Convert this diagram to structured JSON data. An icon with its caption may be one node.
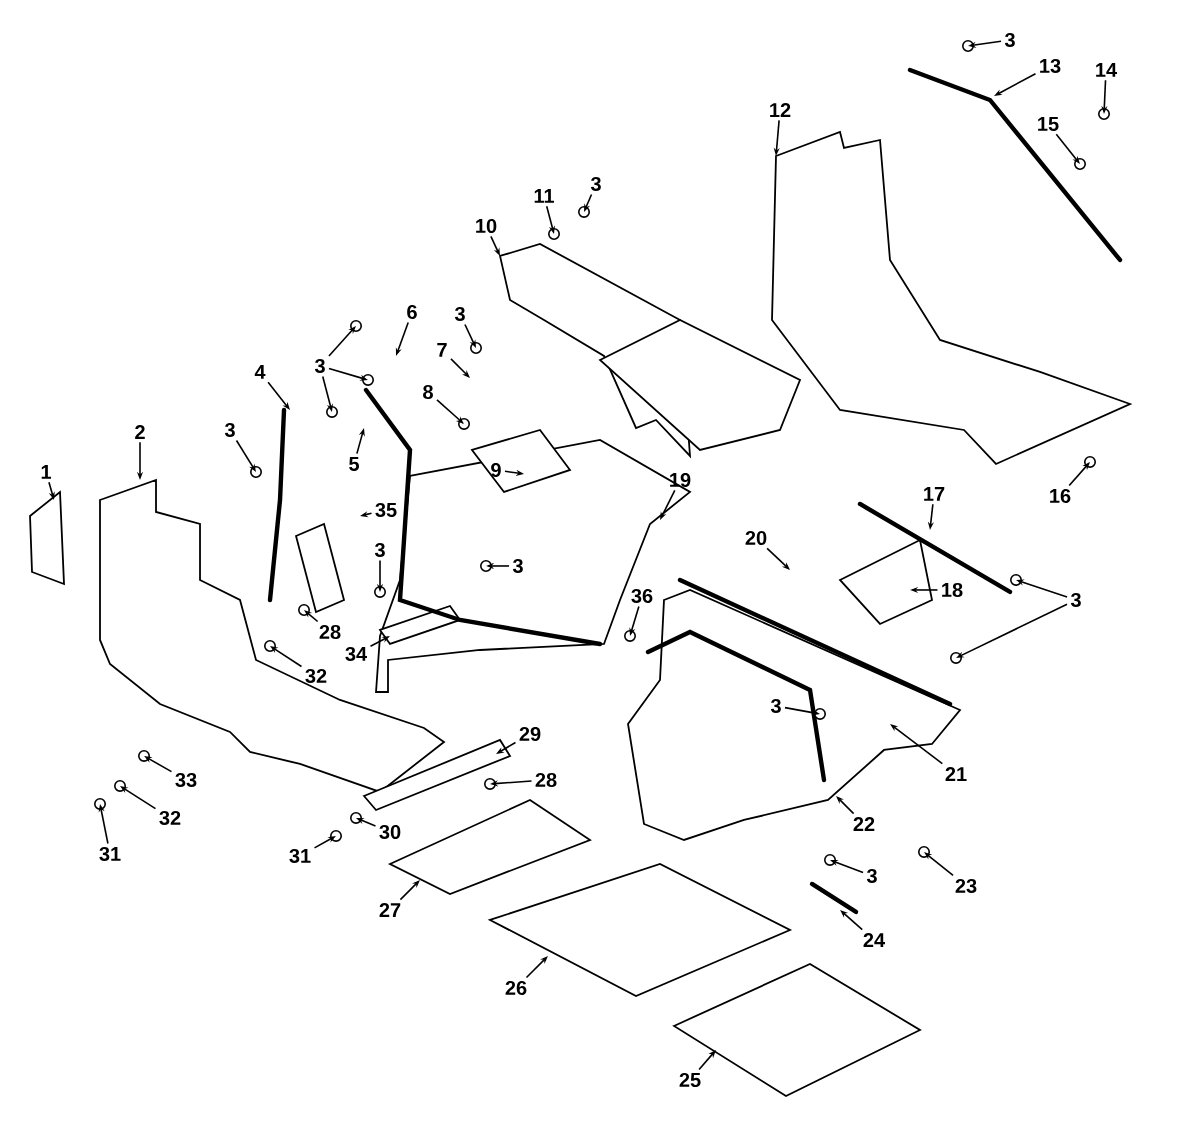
{
  "diagram": {
    "nodes": [
      {
        "text": [
          "3"
        ]
      },
      {
        "text": [
          "13"
        ]
      },
      {
        "text": [
          "14"
        ]
      },
      {
        "text": [
          "12"
        ]
      },
      {
        "text": [
          "15"
        ]
      },
      {
        "text": [
          "3"
        ]
      },
      {
        "text": [
          "11"
        ]
      },
      {
        "text": [
          "10"
        ]
      },
      {
        "text": [
          "6"
        ]
      },
      {
        "text": [
          "3"
        ]
      },
      {
        "text": [
          "7"
        ]
      },
      {
        "text": [
          "3"
        ]
      },
      {
        "text": [
          "4"
        ]
      },
      {
        "text": [
          "8"
        ]
      },
      {
        "text": [
          "3"
        ]
      },
      {
        "text": [
          "2"
        ]
      },
      {
        "text": [
          "5"
        ]
      },
      {
        "text": [
          "9"
        ]
      },
      {
        "text": [
          "1"
        ]
      },
      {
        "text": [
          "19"
        ]
      },
      {
        "text": [
          "17"
        ]
      },
      {
        "text": [
          "16"
        ]
      },
      {
        "text": [
          "35"
        ]
      },
      {
        "text": [
          "20"
        ]
      },
      {
        "text": [
          "3"
        ]
      },
      {
        "text": [
          "3"
        ]
      },
      {
        "text": [
          "18"
        ]
      },
      {
        "text": [
          "36"
        ]
      },
      {
        "text": [
          "3"
        ]
      },
      {
        "text": [
          "28"
        ]
      },
      {
        "text": [
          "34"
        ]
      },
      {
        "text": [
          "32"
        ]
      },
      {
        "text": [
          "3"
        ]
      },
      {
        "text": [
          "29"
        ]
      },
      {
        "text": [
          "21"
        ]
      },
      {
        "text": [
          "33"
        ]
      },
      {
        "text": [
          "28"
        ]
      },
      {
        "text": [
          "32"
        ]
      },
      {
        "text": [
          "22"
        ]
      },
      {
        "text": [
          "30"
        ]
      },
      {
        "text": [
          "31"
        ]
      },
      {
        "text": [
          "31"
        ]
      },
      {
        "text": [
          "3"
        ]
      },
      {
        "text": [
          "23"
        ]
      },
      {
        "text": [
          "27"
        ]
      },
      {
        "text": [
          "24"
        ]
      },
      {
        "text": [
          "26"
        ]
      },
      {
        "text": [
          "25"
        ]
      }
    ],
    "edges": [
      {
        "from": 0,
        "to": null,
        "arrow": "to"
      },
      {
        "from": 1,
        "to": null,
        "arrow": "to"
      },
      {
        "from": 2,
        "to": null,
        "arrow": "to"
      },
      {
        "from": 3,
        "to": null,
        "arrow": "to"
      },
      {
        "from": 4,
        "to": null,
        "arrow": "to"
      },
      {
        "from": 5,
        "to": null,
        "arrow": "to"
      },
      {
        "from": 6,
        "to": null,
        "arrow": "to"
      },
      {
        "from": 7,
        "to": null,
        "arrow": "to"
      },
      {
        "from": 8,
        "to": null,
        "arrow": "to"
      },
      {
        "from": 9,
        "to": null,
        "arrow": "to"
      },
      {
        "from": 10,
        "to": null,
        "arrow": "to"
      },
      {
        "from": 11,
        "to": null,
        "arrow": "to"
      },
      {
        "from": 11,
        "to": null,
        "arrow": "to"
      },
      {
        "from": 11,
        "to": null,
        "arrow": "to"
      },
      {
        "from": 12,
        "to": null,
        "arrow": "to"
      },
      {
        "from": 13,
        "to": null,
        "arrow": "to"
      },
      {
        "from": 14,
        "to": null,
        "arrow": "to"
      },
      {
        "from": 15,
        "to": null,
        "arrow": "to"
      },
      {
        "from": 16,
        "to": null,
        "arrow": "to"
      },
      {
        "from": 17,
        "to": null,
        "arrow": "to"
      },
      {
        "from": 18,
        "to": null,
        "arrow": "to"
      },
      {
        "from": 19,
        "to": null,
        "arrow": "to"
      },
      {
        "from": 20,
        "to": null,
        "arrow": "to"
      },
      {
        "from": 21,
        "to": null,
        "arrow": "to"
      },
      {
        "from": 22,
        "to": null,
        "arrow": "to"
      },
      {
        "from": 23,
        "to": null,
        "arrow": "to"
      },
      {
        "from": 24,
        "to": null,
        "arrow": "to"
      },
      {
        "from": 25,
        "to": null,
        "arrow": "to"
      },
      {
        "from": 26,
        "to": null,
        "arrow": "to"
      },
      {
        "from": 27,
        "to": null,
        "arrow": "to"
      },
      {
        "from": 28,
        "to": null,
        "arrow": "to"
      },
      {
        "from": 28,
        "to": null,
        "arrow": "to"
      },
      {
        "from": 29,
        "to": null,
        "arrow": "to"
      },
      {
        "from": 30,
        "to": null,
        "arrow": "to"
      },
      {
        "from": 31,
        "to": null,
        "arrow": "to"
      },
      {
        "from": 32,
        "to": null,
        "arrow": "to"
      },
      {
        "from": 33,
        "to": null,
        "arrow": "to"
      },
      {
        "from": 34,
        "to": null,
        "arrow": "to"
      },
      {
        "from": 35,
        "to": null,
        "arrow": "to"
      },
      {
        "from": 36,
        "to": null,
        "arrow": "to"
      },
      {
        "from": 37,
        "to": null,
        "arrow": "to"
      },
      {
        "from": 38,
        "to": null,
        "arrow": "to"
      },
      {
        "from": 39,
        "to": null,
        "arrow": "to"
      },
      {
        "from": 40,
        "to": null,
        "arrow": "to"
      },
      {
        "from": 41,
        "to": null,
        "arrow": "to"
      },
      {
        "from": 42,
        "to": null,
        "arrow": "to"
      },
      {
        "from": 43,
        "to": null,
        "arrow": "to"
      },
      {
        "from": 44,
        "to": null,
        "arrow": "to"
      },
      {
        "from": 45,
        "to": null,
        "arrow": "to"
      },
      {
        "from": 46,
        "to": null,
        "arrow": "to"
      },
      {
        "from": 47,
        "to": null,
        "arrow": "to"
      }
    ]
  }
}
